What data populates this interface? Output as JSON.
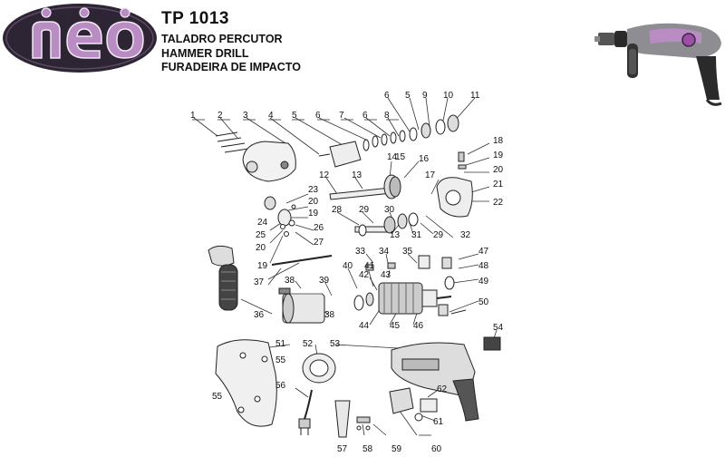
{
  "brand": {
    "logo_text": "neo",
    "logo_color": "#2d2434",
    "accent": "#9b4fa8"
  },
  "header": {
    "model": "TP 1013",
    "titles": [
      "TALADRO PERCUTOR",
      "HAMMER DRILL",
      "FURADEIRA DE IMPACTO"
    ]
  },
  "parts": [
    {
      "id": "p1",
      "text": "1"
    },
    {
      "id": "p2",
      "text": "2"
    },
    {
      "id": "p3",
      "text": "3"
    },
    {
      "id": "p4",
      "text": "4"
    },
    {
      "id": "p5a",
      "text": "5"
    },
    {
      "id": "p6a",
      "text": "6"
    },
    {
      "id": "p7",
      "text": "7"
    },
    {
      "id": "p6b",
      "text": "6"
    },
    {
      "id": "p8",
      "text": "8"
    },
    {
      "id": "p6c",
      "text": "6"
    },
    {
      "id": "p5b",
      "text": "5"
    },
    {
      "id": "p9",
      "text": "9"
    },
    {
      "id": "p10",
      "text": "10"
    },
    {
      "id": "p11",
      "text": "11"
    },
    {
      "id": "p18",
      "text": "18"
    },
    {
      "id": "p19a",
      "text": "19"
    },
    {
      "id": "p20a",
      "text": "20"
    },
    {
      "id": "p14",
      "text": "14"
    },
    {
      "id": "p15",
      "text": "15"
    },
    {
      "id": "p16",
      "text": "16"
    },
    {
      "id": "p17",
      "text": "17"
    },
    {
      "id": "p21",
      "text": "21"
    },
    {
      "id": "p22",
      "text": "22"
    },
    {
      "id": "p12",
      "text": "12"
    },
    {
      "id": "p13a",
      "text": "13"
    },
    {
      "id": "p23",
      "text": "23"
    },
    {
      "id": "p20b",
      "text": "20"
    },
    {
      "id": "p19b",
      "text": "19"
    },
    {
      "id": "p24",
      "text": "24"
    },
    {
      "id": "p28",
      "text": "28"
    },
    {
      "id": "p29a",
      "text": "29"
    },
    {
      "id": "p30",
      "text": "30"
    },
    {
      "id": "p26",
      "text": "26"
    },
    {
      "id": "p25",
      "text": "25"
    },
    {
      "id": "p27",
      "text": "27"
    },
    {
      "id": "p20c",
      "text": "20"
    },
    {
      "id": "p13b",
      "text": "13"
    },
    {
      "id": "p31",
      "text": "31"
    },
    {
      "id": "p29b",
      "text": "29"
    },
    {
      "id": "p32",
      "text": "32"
    },
    {
      "id": "p33",
      "text": "33"
    },
    {
      "id": "p34",
      "text": "34"
    },
    {
      "id": "p35",
      "text": "35"
    },
    {
      "id": "p47",
      "text": "47"
    },
    {
      "id": "p19c",
      "text": "19"
    },
    {
      "id": "p40",
      "text": "40"
    },
    {
      "id": "p41",
      "text": "41"
    },
    {
      "id": "p43",
      "text": "43"
    },
    {
      "id": "p42",
      "text": "42"
    },
    {
      "id": "p48",
      "text": "48"
    },
    {
      "id": "p49",
      "text": "49"
    },
    {
      "id": "p37",
      "text": "37"
    },
    {
      "id": "p38a",
      "text": "38"
    },
    {
      "id": "p39",
      "text": "39"
    },
    {
      "id": "p50",
      "text": "50"
    },
    {
      "id": "p36",
      "text": "36"
    },
    {
      "id": "p38b",
      "text": "38"
    },
    {
      "id": "p44",
      "text": "44"
    },
    {
      "id": "p45",
      "text": "45"
    },
    {
      "id": "p46",
      "text": "46"
    },
    {
      "id": "p54",
      "text": "54"
    },
    {
      "id": "p51",
      "text": "51"
    },
    {
      "id": "p52",
      "text": "52"
    },
    {
      "id": "p53",
      "text": "53"
    },
    {
      "id": "p55a",
      "text": "55"
    },
    {
      "id": "p56",
      "text": "56"
    },
    {
      "id": "p62",
      "text": "62"
    },
    {
      "id": "p55b",
      "text": "55"
    },
    {
      "id": "p61",
      "text": "61"
    },
    {
      "id": "p57",
      "text": "57"
    },
    {
      "id": "p58",
      "text": "58"
    },
    {
      "id": "p59",
      "text": "59"
    },
    {
      "id": "p60",
      "text": "60"
    }
  ]
}
